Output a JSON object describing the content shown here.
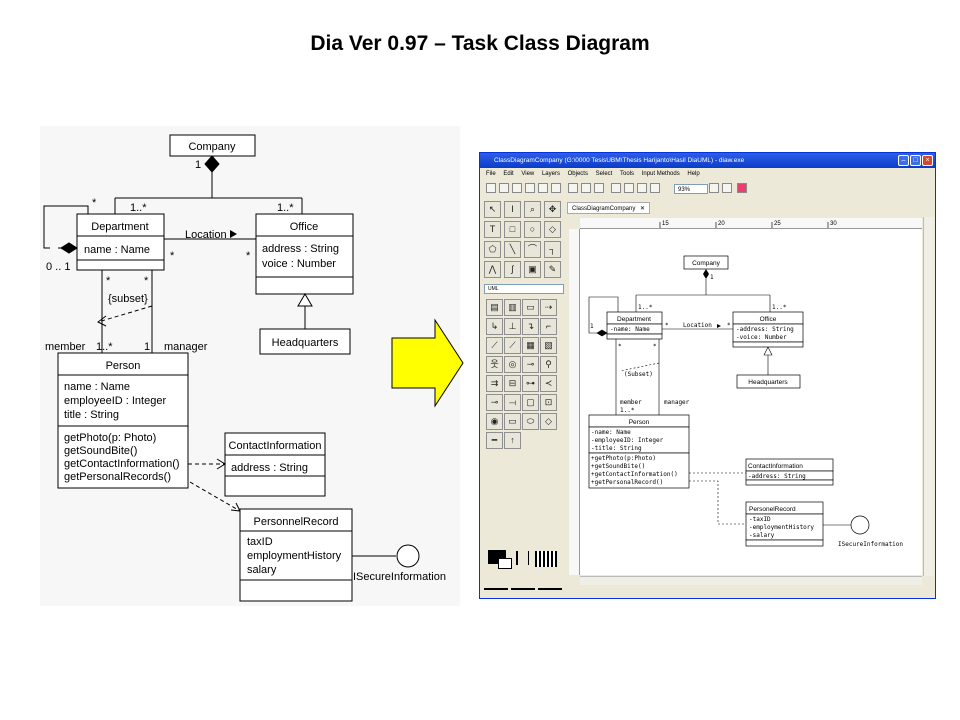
{
  "slide_title": "Dia Ver 0.97 – Task Class Diagram",
  "accent_arrow_color": "#ffff00",
  "left_diagram": {
    "company": "Company",
    "department": {
      "name": "Department",
      "attr": "name : Name"
    },
    "office": {
      "name": "Office",
      "attrs": [
        "address : String",
        "voice : Number"
      ]
    },
    "headquarters": "Headquarters",
    "person": {
      "name": "Person",
      "attrs": [
        "name : Name",
        "employeeID : Integer",
        "title : String"
      ],
      "ops": [
        "getPhoto(p: Photo)",
        "getSoundBite()",
        "getContactInformation()",
        "getPersonalRecords()"
      ]
    },
    "contact": {
      "name": "ContactInformation",
      "attr": "address : String"
    },
    "personnel": {
      "name": "PersonnelRecord",
      "attrs": [
        "taxID",
        "employmentHistory",
        "salary"
      ]
    },
    "interface": "ISecureInformation",
    "labels": {
      "one": "1",
      "one_star_a": "1..*",
      "one_star_b": "1..*",
      "location": "Location",
      "star_a": "*",
      "star_b": "*",
      "star_c": "*",
      "star_d": "*",
      "star_e": "*",
      "zero_one": "0 .. 1",
      "subset": "{subset}",
      "member": "member",
      "one_star_c": "1..*",
      "one_b": "1",
      "manager": "manager"
    }
  },
  "dia_window": {
    "title": "ClassDiagramCompany (G:\\0000 TesisUBM\\Thesis Harijanto\\Hasil DiaUML) - diaw.exe",
    "menu": [
      "File",
      "Edit",
      "View",
      "Layers",
      "Objects",
      "Select",
      "Tools",
      "Input Methods",
      "Help"
    ],
    "zoom": "93%",
    "sheet": "UML",
    "tab": "ClassDiagramCompany",
    "ruler_marks": [
      "15",
      "20",
      "25",
      "30"
    ],
    "diagram": {
      "company": "Company",
      "department": {
        "name": "Department",
        "attr": "-name: Name"
      },
      "office": {
        "name": "Office",
        "attrs": [
          "-address: String",
          "-voice: Number"
        ]
      },
      "headquarters": "Headquarters",
      "person": {
        "name": "Person",
        "attrs": [
          "-name: Name",
          "-employeeID: Integer",
          "-title: String"
        ],
        "ops": [
          "+getPhoto(p:Photo)",
          "+getSoundBite()",
          "+getContactInformation()",
          "+getPersonalRecord()"
        ]
      },
      "contact": {
        "name": "ContactInformation",
        "attr": "-address: String"
      },
      "personnel": {
        "name": "PersonelRecord",
        "attrs": [
          "-taxID",
          "-employmentHistory",
          "-salary"
        ]
      },
      "interface": "ISecureInformation",
      "labels": {
        "one": "1",
        "one_star_a": "1..*",
        "one_star_b": "1..*",
        "location": "Location",
        "star_a": "*",
        "star_b": "*",
        "star_c": "*",
        "star_d": "*",
        "one_b": "1",
        "subset": "(Subset)",
        "member": "member",
        "one_star_c": "1..*",
        "manager": "manager"
      }
    }
  }
}
